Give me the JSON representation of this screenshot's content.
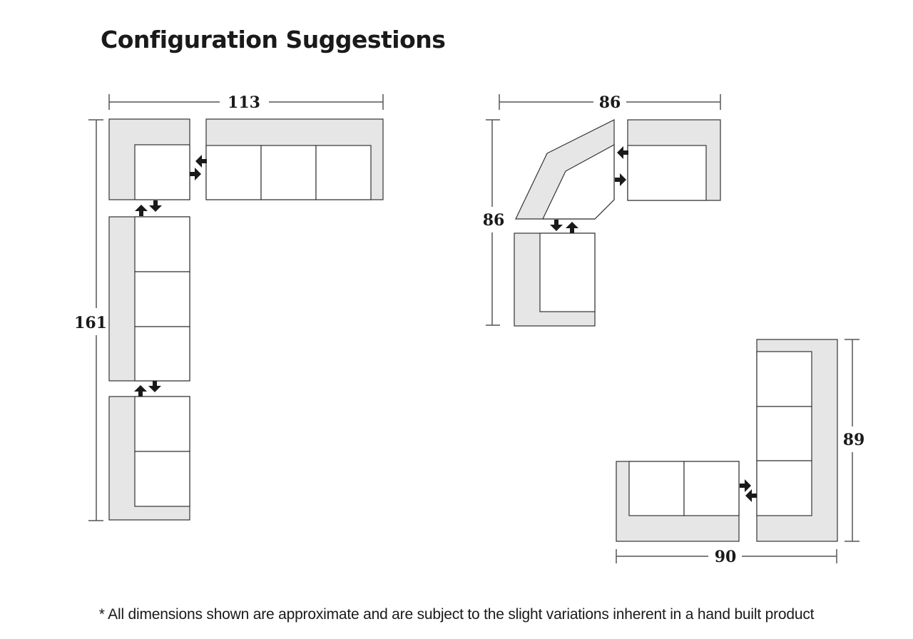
{
  "page": {
    "title": "Configuration Suggestions",
    "footnote": "* All dimensions shown are approximate and are subject to the slight variations inherent in a hand built product"
  },
  "configurations": [
    {
      "name": "config-l-shape-large",
      "width_label": "113",
      "depth_label": "161"
    },
    {
      "name": "config-angled-corner",
      "width_label": "86",
      "depth_label": "86"
    },
    {
      "name": "config-l-shape-small",
      "width_label": "90",
      "depth_label": "89"
    }
  ],
  "colors": {
    "frame_fill": "#e6e6e6",
    "seat_fill": "#ffffff",
    "outline": "#333333",
    "arrow": "#1a1a1a",
    "text": "#1a1a1a"
  },
  "icons": [
    "connector-arrow-icon"
  ]
}
